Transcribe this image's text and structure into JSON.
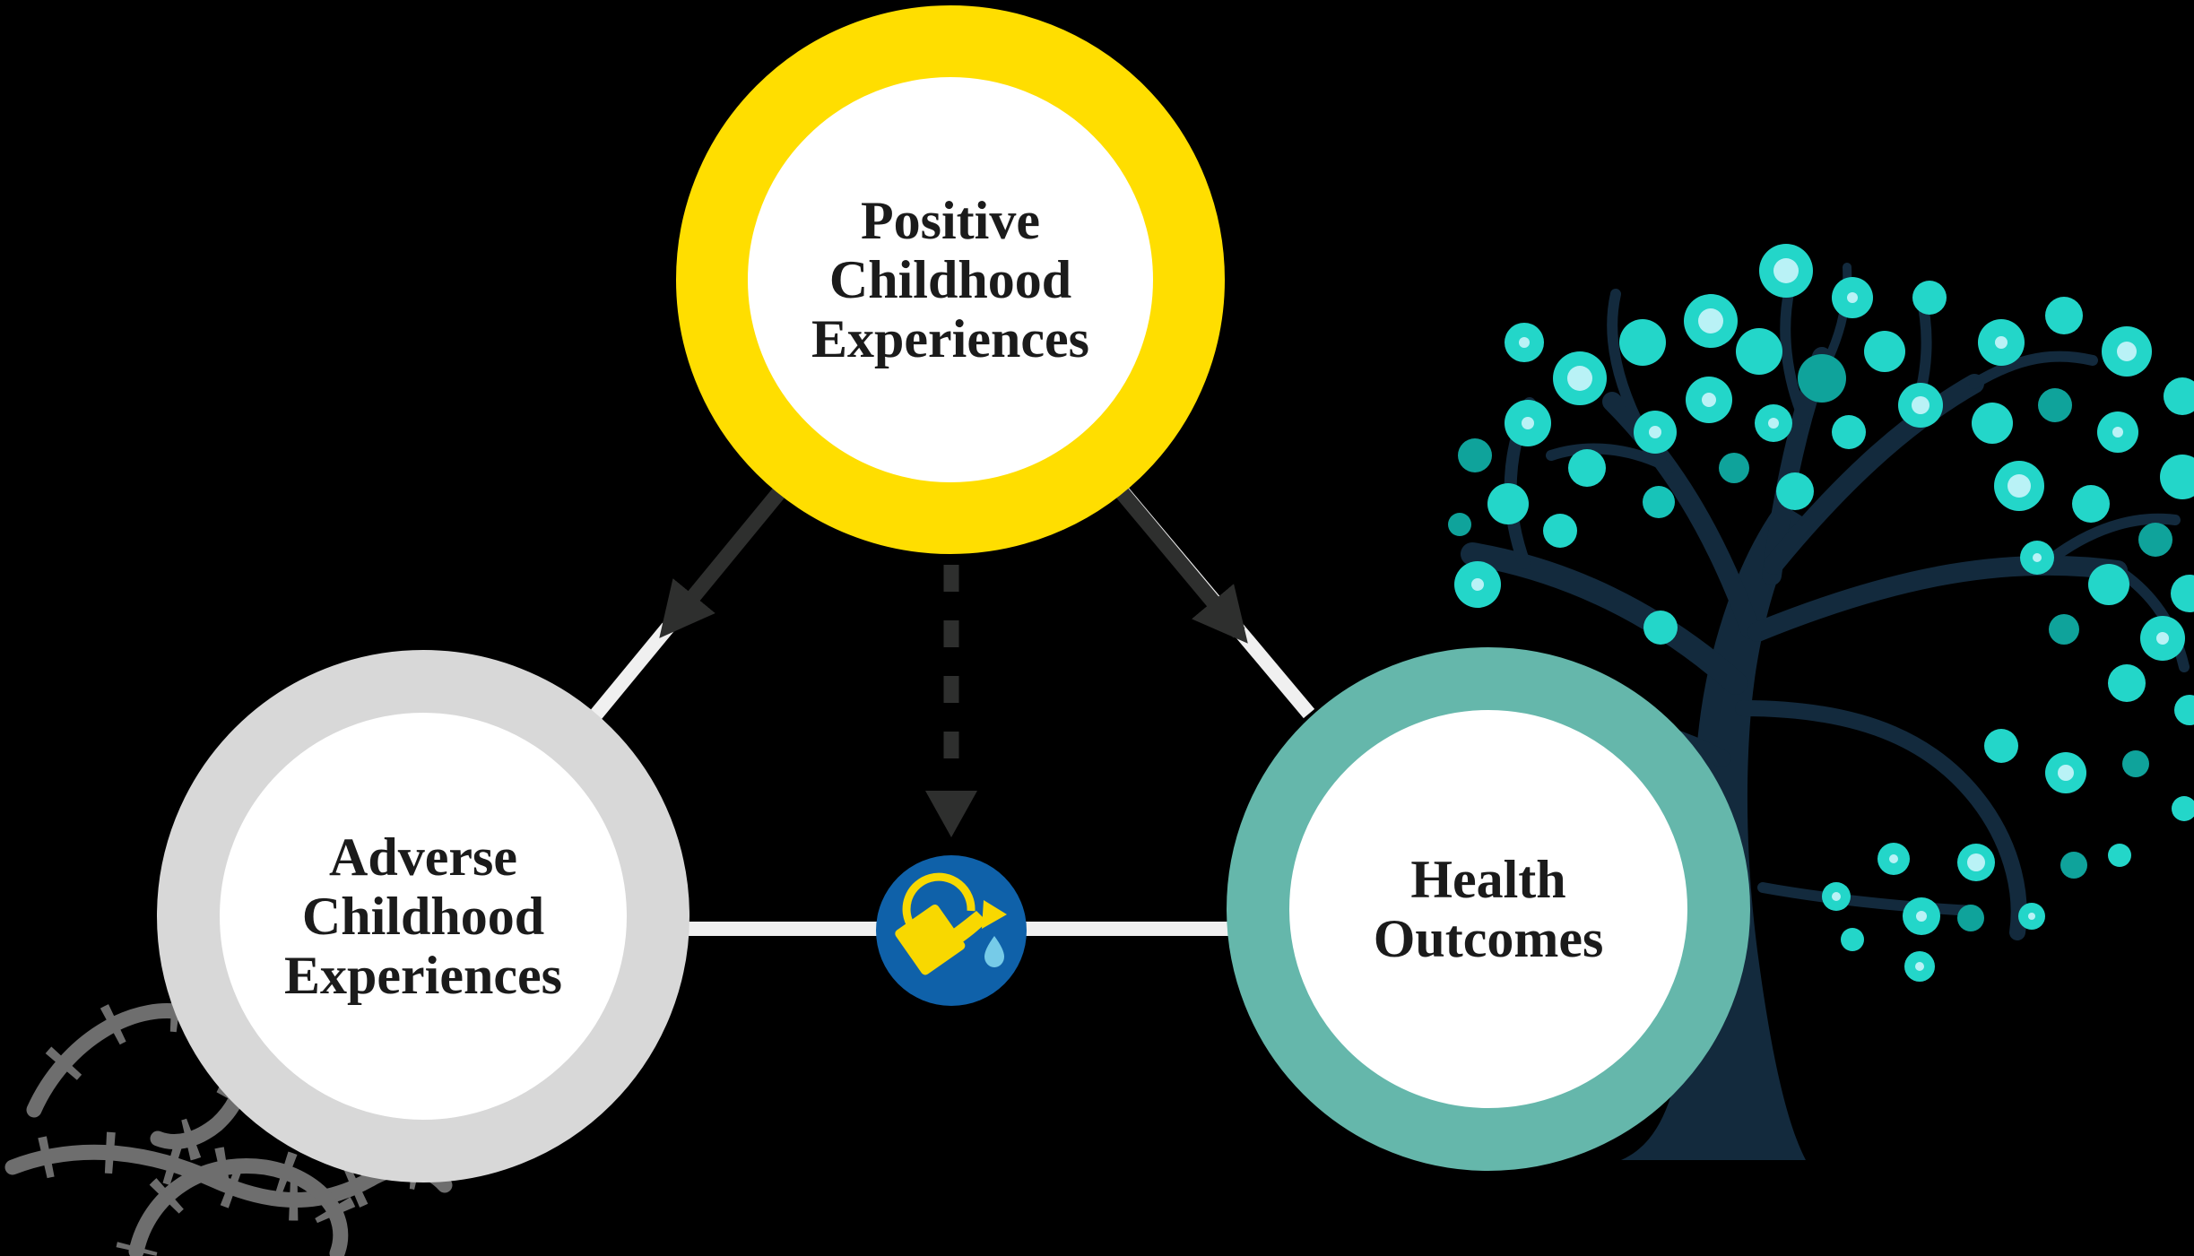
{
  "diagram": {
    "nodes": {
      "positive": {
        "label": "Positive Childhood Experiences",
        "lines": [
          "Positive",
          "Childhood",
          "Experiences"
        ]
      },
      "adverse": {
        "label": "Adverse Childhood Experiences",
        "lines": [
          "Adverse",
          "Childhood",
          "Experiences"
        ]
      },
      "health": {
        "label": "Health Outcomes",
        "lines": [
          "Health",
          "Outcomes"
        ]
      }
    },
    "links": [
      {
        "from": "positive",
        "to": "adverse",
        "style": "solid-arrow"
      },
      {
        "from": "positive",
        "to": "health",
        "style": "solid-arrow"
      },
      {
        "from": "positive",
        "to": "watering-can",
        "style": "dashed-arrow"
      },
      {
        "from": "adverse",
        "to": "watering-can",
        "style": "plain-line"
      },
      {
        "from": "watering-can",
        "to": "health",
        "style": "plain-line"
      }
    ],
    "center_icon": {
      "name": "watering-can-icon",
      "description": "watering can with falling water drop"
    },
    "decorations": [
      {
        "name": "tree-with-round-leaves",
        "position": "right"
      },
      {
        "name": "thorny-vines",
        "position": "bottom-left"
      }
    ]
  },
  "colors": {
    "background": "#000000",
    "ring_positive": "#FFDE00",
    "ring_adverse": "#D8D8D8",
    "ring_health": "#65B7AB",
    "node_fill": "#FFFFFF",
    "text": "#1B1B1B",
    "connector": "#F0F0F0",
    "arrow": "#2E2F2E",
    "watering_bg": "#0F61A9",
    "watering_can": "#F8D800",
    "water_drop": "#76CBE8",
    "tree_trunk": "#132A3D",
    "leaf_bright": "#23D6C9",
    "leaf_mid": "#17C3B8",
    "leaf_dark": "#0FA39B",
    "leaf_inner": "#B9F2F6",
    "vine": "#6E6E6E"
  }
}
